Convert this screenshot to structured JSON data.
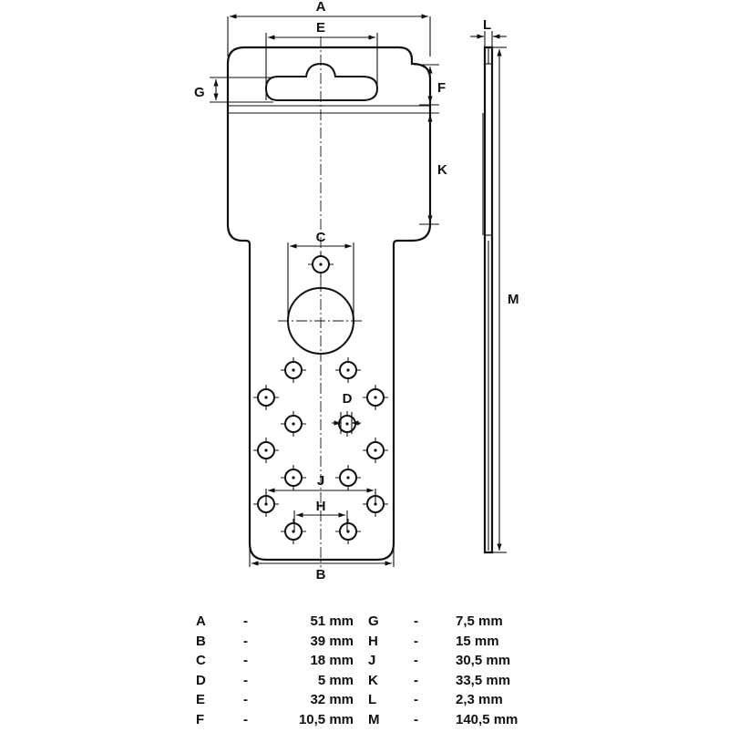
{
  "diagram": {
    "labels": {
      "A": "A",
      "B": "B",
      "C": "C",
      "D": "D",
      "E": "E",
      "F": "F",
      "G": "G",
      "H": "H",
      "J": "J",
      "K": "K",
      "L": "L",
      "M": "M"
    }
  },
  "legend": {
    "rows": [
      {
        "left_key": "A",
        "left_dash": "-",
        "left_value": "51 mm",
        "right_key": "G",
        "right_dash": "-",
        "right_value": "7,5 mm"
      },
      {
        "left_key": "B",
        "left_dash": "-",
        "left_value": "39 mm",
        "right_key": "H",
        "right_dash": "-",
        "right_value": "15 mm"
      },
      {
        "left_key": "C",
        "left_dash": "-",
        "left_value": "18 mm",
        "right_key": "J",
        "right_dash": "-",
        "right_value": "30,5 mm"
      },
      {
        "left_key": "D",
        "left_dash": "-",
        "left_value": "5 mm",
        "right_key": "K",
        "right_dash": "-",
        "right_value": "33,5 mm"
      },
      {
        "left_key": "E",
        "left_dash": "-",
        "left_value": "32 mm",
        "right_key": "L",
        "right_dash": "-",
        "right_value": "2,3 mm"
      },
      {
        "left_key": "F",
        "left_dash": "-",
        "left_value": "10,5 mm",
        "right_key": "M",
        "right_dash": "-",
        "right_value": "140,5 mm"
      }
    ]
  }
}
